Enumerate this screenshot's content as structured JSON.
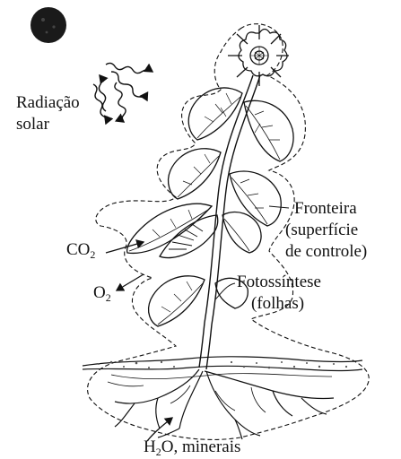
{
  "labels": {
    "solar_radiation_line1": "Radiação",
    "solar_radiation_line2": "solar",
    "boundary_line1": "Fronteira",
    "boundary_line2": "(superfície",
    "boundary_line3": "de controle)",
    "co2_base": "CO",
    "co2_sub": "2",
    "o2_base": "O",
    "o2_sub": "2",
    "photosynthesis_line1": "Fotossíntese",
    "photosynthesis_line2": "(folhas)",
    "water_base": "H",
    "water_sub": "2",
    "water_rest": "O, minerais"
  },
  "colors": {
    "ink": "#111111",
    "sun": "#1a1a1a",
    "soil_dots": "#555555"
  }
}
